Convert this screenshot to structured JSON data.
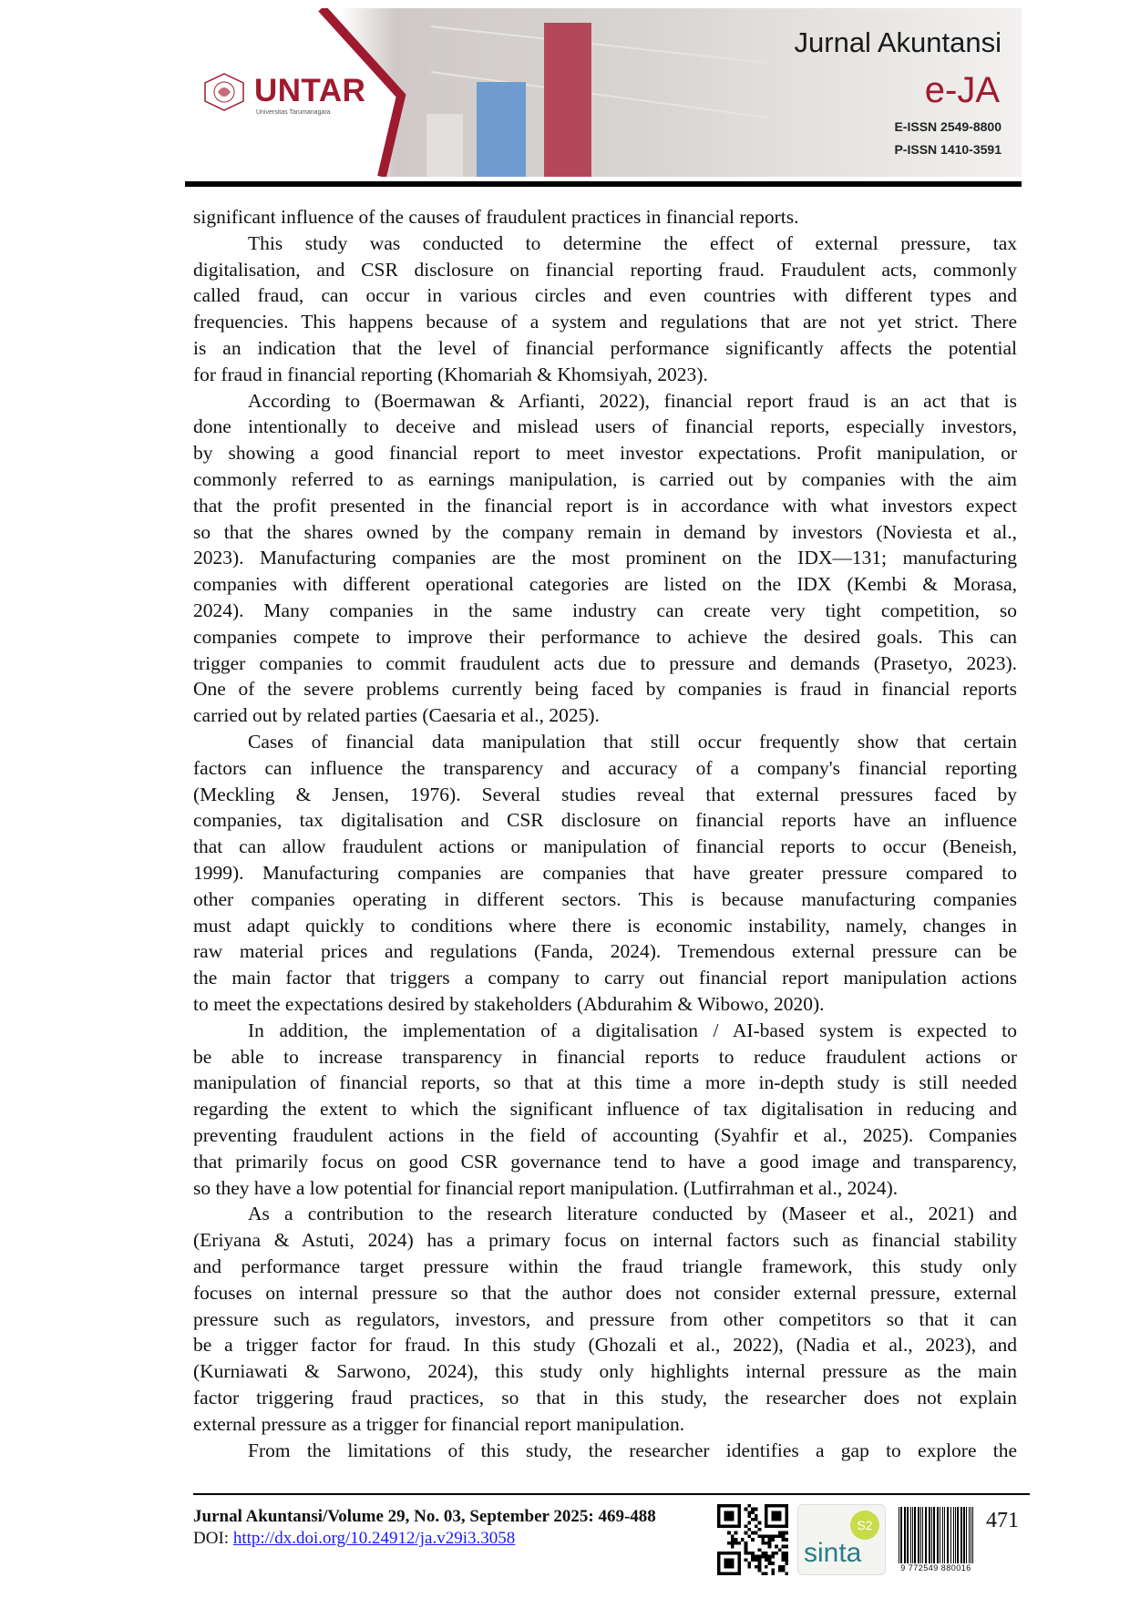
{
  "header": {
    "university_name": "UNTAR",
    "university_subtitle": "Universitas Tarumanagara",
    "journal_title": "Jurnal Akuntansi",
    "journal_short": "e-JA",
    "e_issn": "E-ISSN 2549-8800",
    "p_issn": "P-ISSN 1410-3591",
    "colors": {
      "brand_red": "#9e1b2f",
      "bar_blue": "#6f9bd1",
      "bar_red": "#b4475a"
    }
  },
  "body": {
    "paragraphs": [
      {
        "indent": false,
        "lines": [
          "significant influence of the causes of fraudulent practices in financial reports."
        ]
      },
      {
        "indent": true,
        "lines": [
          "This study was conducted to determine the effect of external pressure, tax",
          "digitalisation, and CSR disclosure on financial reporting fraud. Fraudulent acts, commonly",
          "called fraud, can occur in various circles and even countries with different types and",
          "frequencies. This happens because of a system and regulations that are not yet strict. There",
          "is an indication that the level of financial performance significantly affects the potential",
          "for fraud in financial reporting (Khomariah & Khomsiyah, 2023)."
        ]
      },
      {
        "indent": true,
        "lines": [
          "According to (Boermawan & Arfianti, 2022), financial report fraud is an act that is",
          "done intentionally to deceive and mislead users of financial reports, especially investors,",
          "by showing a good financial report to meet investor expectations. Profit manipulation, or",
          "commonly referred to as earnings manipulation, is carried out by companies with the aim",
          "that the profit presented in the financial report is in accordance with what investors expect",
          "so that the shares owned by the company remain in demand by investors (Noviesta et al.,",
          "2023). Manufacturing companies are the most prominent on the IDX—131; manufacturing",
          "companies with different operational categories are listed on the IDX (Kembi & Morasa,",
          "2024). Many companies in the same industry can create very tight competition, so",
          "companies compete to improve their performance to achieve the desired goals. This can",
          "trigger companies to commit fraudulent acts due to pressure and demands (Prasetyo, 2023).",
          "One of the severe problems currently being faced by companies is fraud in financial reports",
          "carried out by related parties (Caesaria et al., 2025)."
        ]
      },
      {
        "indent": true,
        "lines": [
          "Cases of financial data manipulation that still occur frequently show that certain",
          "factors can influence the transparency and accuracy of a company's financial reporting",
          "(Meckling & Jensen, 1976). Several studies reveal that external pressures faced by",
          "companies, tax digitalisation and CSR disclosure on financial reports have an influence",
          "that can allow fraudulent actions or manipulation of financial reports to occur (Beneish,",
          "1999). Manufacturing companies are companies that have greater pressure compared to",
          "other companies operating in different sectors. This is because manufacturing companies",
          "must adapt quickly to conditions where there is economic instability, namely, changes in",
          "raw material prices and regulations (Fanda, 2024). Tremendous external pressure can be",
          "the main factor that triggers a company to carry out financial report manipulation actions",
          "to meet the expectations desired by stakeholders (Abdurahim & Wibowo, 2020)."
        ]
      },
      {
        "indent": true,
        "lines": [
          "In addition, the implementation of a digitalisation / AI-based system is expected to",
          "be able to increase transparency in financial reports to reduce fraudulent actions or",
          "manipulation of financial reports, so that at this time a more in-depth study is still needed",
          "regarding the extent to which the significant influence of tax digitalisation in reducing and",
          "preventing fraudulent actions in the field of accounting (Syahfir et al., 2025). Companies",
          "that primarily focus on good CSR governance tend to have a good image and transparency,",
          "so they have a low potential for financial report manipulation. (Lutfirrahman et al., 2024)."
        ]
      },
      {
        "indent": true,
        "lines": [
          "As a contribution to the research literature conducted by (Maseer et al., 2021) and",
          "(Eriyana & Astuti, 2024) has a primary focus on internal factors such as financial stability",
          "and performance target pressure within the fraud triangle framework, this study only",
          "focuses on internal pressure so that the author does not consider external pressure, external",
          "pressure such as regulators, investors, and pressure from other competitors so that it can",
          "be a trigger factor for fraud. In this study (Ghozali et al., 2022), (Nadia et al., 2023), and",
          "(Kurniawati & Sarwono, 2024), this study only highlights internal pressure as the main",
          "factor triggering fraud practices, so that in this study, the researcher does not explain",
          "external pressure as a trigger for financial report manipulation."
        ]
      },
      {
        "indent": true,
        "continues": true,
        "lines": [
          "From the limitations of this study, the researcher identifies a gap to explore the"
        ]
      }
    ]
  },
  "footer": {
    "citation": "Jurnal Akuntansi/Volume 29, No. 03, September 2025: 469-488",
    "doi_label": "DOI: ",
    "doi_link": "http://dx.doi.org/10.24912/ja.v29i3.3058",
    "sinta_label": "sinta",
    "sinta_badge": "S2",
    "barcode_number": "9 772549 880016",
    "page_number": "471"
  }
}
